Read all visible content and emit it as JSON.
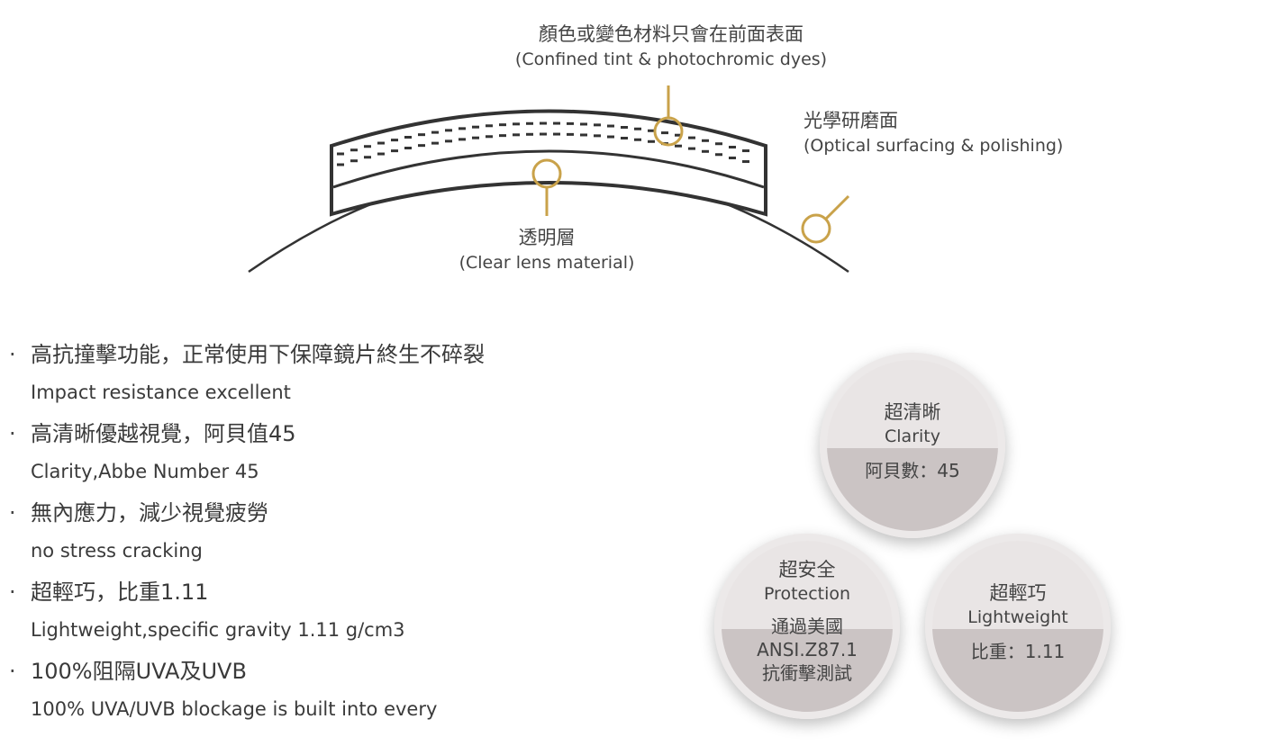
{
  "diagram": {
    "tint_label_zh": "顏色或變色材料只會在前面表面",
    "tint_label_en": "(Confined tint & photochromic dyes)",
    "surface_label_zh": "光學研磨面",
    "surface_label_en": "(Optical surfacing & polishing)",
    "clear_label_zh": "透明層",
    "clear_label_en": "(Clear lens material)",
    "accent_color": "#c9a24a",
    "line_color": "#333333"
  },
  "features": [
    {
      "zh": "高抗撞擊功能，正常使用下保障鏡片終生不碎裂",
      "en": "Impact resistance excellent"
    },
    {
      "zh": "高清晰優越視覺，阿貝值45",
      "en": "Clarity,Abbe Number 45"
    },
    {
      "zh": "無內應力，減少視覺疲勞",
      "en": "no stress cracking"
    },
    {
      "zh": "超輕巧，比重1.11",
      "en": "Lightweight,specific gravity 1.11 g/cm3"
    },
    {
      "zh": "100%阻隔UVA及UVB",
      "en": "100% UVA/UVB blockage is built into every"
    }
  ],
  "bullet": "·",
  "circles": {
    "clarity": {
      "zh": "超清晰",
      "en": "Clarity",
      "value": "阿貝數：45"
    },
    "protection": {
      "zh": "超安全",
      "en": "Protection",
      "value1": "通過美國",
      "value2": "ANSI.Z87.1",
      "value3": "抗衝擊測試"
    },
    "lightweight": {
      "zh": "超輕巧",
      "en": "Lightweight",
      "value": "比重：1.11"
    }
  }
}
